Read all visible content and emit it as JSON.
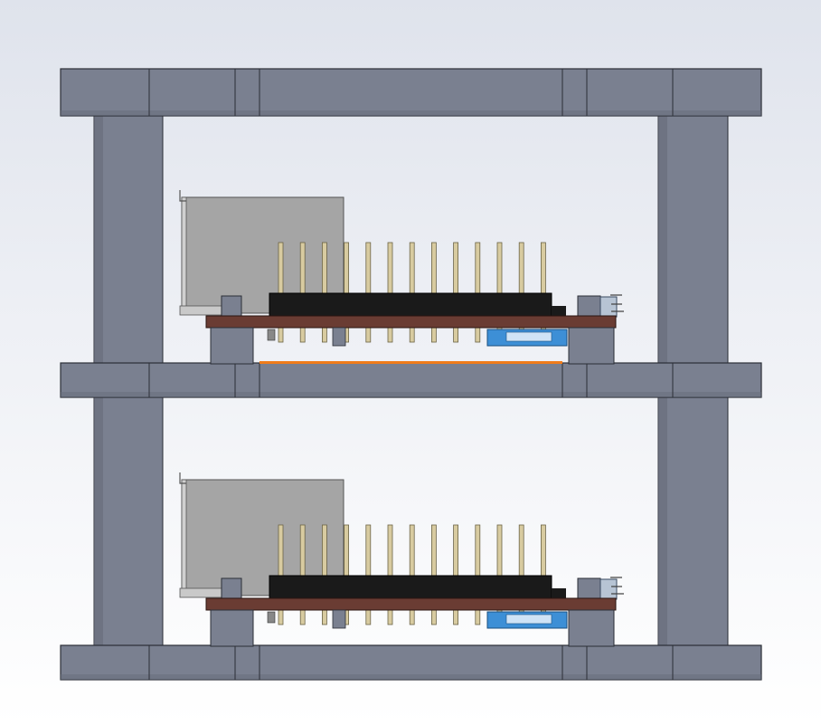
{
  "colors": {
    "background_top": "#dfe3ec",
    "background_bottom": "#ffffff",
    "frame": "#7a8090",
    "frame_shade": "#666b79",
    "frame_edge": "#2b2e36",
    "pcb": "#6a3c33",
    "connector_body": "#1a1a1a",
    "header_pins": "#d8cba0",
    "shield_can": "#a5a5a5",
    "sensor_blue": "#3d8fd6",
    "spacer_strip": "#f07c1a"
  },
  "components": {
    "frame": "frame-plate",
    "column": "support-column",
    "board": "circuit-board",
    "pin": "header-pin",
    "shield": "shield-can",
    "connector": "pin-header-connector",
    "sensor": "side-sensor",
    "spacer": "orange-spacer"
  },
  "assembly": {
    "levels": 2,
    "pins_per_board": 13
  }
}
